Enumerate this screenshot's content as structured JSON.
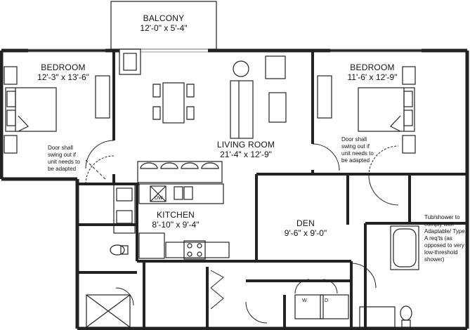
{
  "rooms": {
    "balcony": {
      "name": "BALCONY",
      "dims": "12'-0\" x 5'-4\""
    },
    "bedroom_left": {
      "name": "BEDROOM",
      "dims": "12'-3\" x 13'-6\""
    },
    "bedroom_right": {
      "name": "BEDROOM",
      "dims": "11'-6' x 12'-9\""
    },
    "living_room": {
      "name": "LIVING ROOM",
      "dims": "21'-4\" x 12'-9\""
    },
    "kitchen": {
      "name": "KITCHEN",
      "dims": "8'-10\" x 9'-4\""
    },
    "den": {
      "name": "DEN",
      "dims": "9'-6\" x 9'-0\""
    }
  },
  "notes": {
    "door_left": [
      "Door shall",
      "swing out if",
      "unit needs to",
      "be adapted"
    ],
    "door_right": [
      "Door shall",
      "swing out if",
      "unit needs to",
      "be adapted"
    ],
    "tub": [
      "Tub/shower to",
      "comply with",
      "Adaptable/ Type",
      "A req'ts (as",
      "opposed to very",
      "low-threshold",
      "shower)"
    ]
  },
  "appliances": {
    "dishwasher": "DW",
    "washer": "W",
    "dryer": "D"
  },
  "colors": {
    "wall": "#222222",
    "fixture": "#333333",
    "window": "#cfcfcf",
    "background": "#ffffff"
  }
}
